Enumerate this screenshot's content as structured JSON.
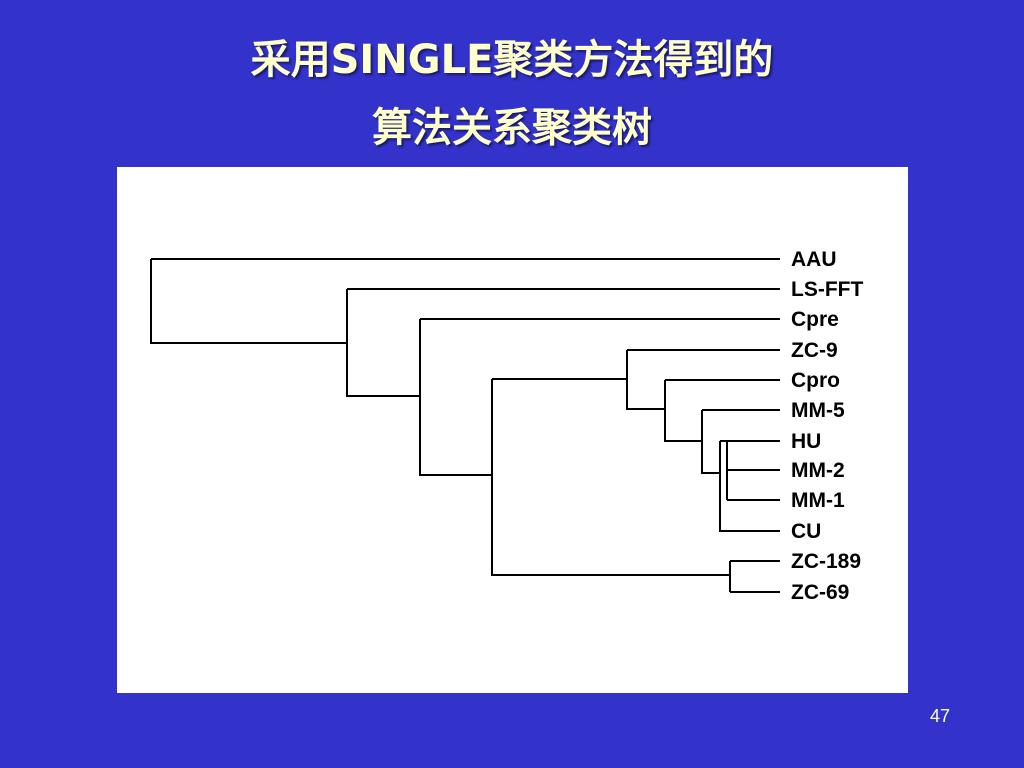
{
  "slide": {
    "title_line1": "采用SINGLE聚类方法得到的",
    "title_line2": "算法关系聚类树",
    "page_number": "47"
  },
  "colors": {
    "background": "#3333cc",
    "title": "#ffffcc",
    "figure_bg": "#ffffff",
    "line": "#000000"
  },
  "dendrogram": {
    "leaves": [
      "AAU",
      "LS-FFT",
      "Cpre",
      "ZC-9",
      "Cpro",
      "MM-5",
      "HU",
      "MM-2",
      "MM-1",
      "CU",
      "ZC-189",
      "ZC-69"
    ]
  }
}
